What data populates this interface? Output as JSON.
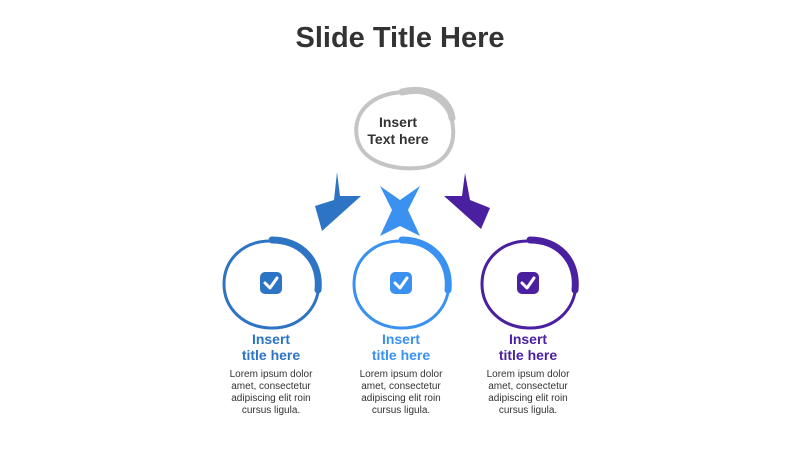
{
  "title": "Slide Title Here",
  "center": {
    "line1": "Insert",
    "line2": "Text here"
  },
  "colors": {
    "blue1": "#2d74c4",
    "blue2": "#3a91f0",
    "purple": "#4a1fa0",
    "gray": "#c4c4c4",
    "text": "#333333"
  },
  "items": [
    {
      "title1": "Insert",
      "title2": "title here",
      "body": [
        "Lorem ipsum dolor",
        "amet, consectetur",
        "adipiscing elit roin",
        "cursus ligula."
      ],
      "icon": "check-icon"
    },
    {
      "title1": "Insert",
      "title2": "title here",
      "body": [
        "Lorem ipsum dolor",
        "amet, consectetur",
        "adipiscing elit roin",
        "cursus ligula."
      ],
      "icon": "check-icon"
    },
    {
      "title1": "Insert",
      "title2": "title here",
      "body": [
        "Lorem ipsum dolor",
        "amet, consectetur",
        "adipiscing elit roin",
        "cursus ligula."
      ],
      "icon": "check-icon"
    }
  ]
}
